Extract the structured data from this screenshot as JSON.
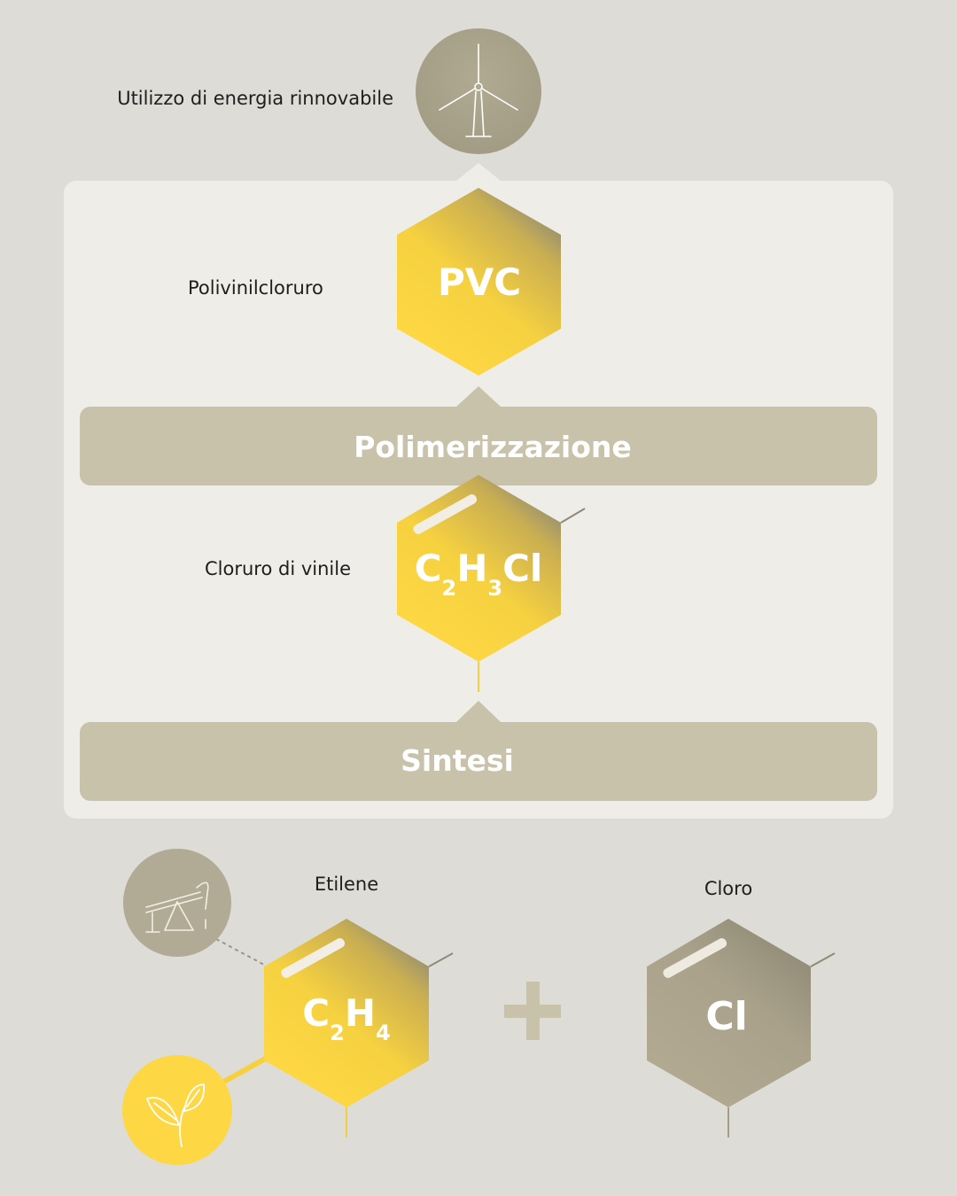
{
  "top": {
    "renewable_label": "Utilizzo di energia rinnovabile",
    "icon": "wind-turbine-icon"
  },
  "pvc": {
    "label": "Polivinilcloruro",
    "formula": "PVC"
  },
  "steps": {
    "polymerization": "Polimerizzazione",
    "synthesis": "Sintesi"
  },
  "vinyl_chloride": {
    "label": "Cloruro di vinile",
    "formula": {
      "c": "C",
      "c_sub": "2",
      "h": "H",
      "h_sub": "3",
      "cl": "Cl"
    }
  },
  "ethylene": {
    "label": "Etilene",
    "formula": {
      "c": "C",
      "c_sub": "2",
      "h": "H",
      "h_sub": "4"
    },
    "icons": [
      "oil-pump-icon",
      "plant-leaf-icon"
    ]
  },
  "plus_symbol": "+",
  "chlorine": {
    "label": "Cloro",
    "formula": "Cl"
  },
  "colors": {
    "background": "#dedcd6",
    "panel": "#efede8",
    "band": "#c9c2ab",
    "yellow": "#fdd744",
    "dark_gold": "#9a9273",
    "taupe": "#a9a18a",
    "label_text": "#1e1e1e"
  }
}
